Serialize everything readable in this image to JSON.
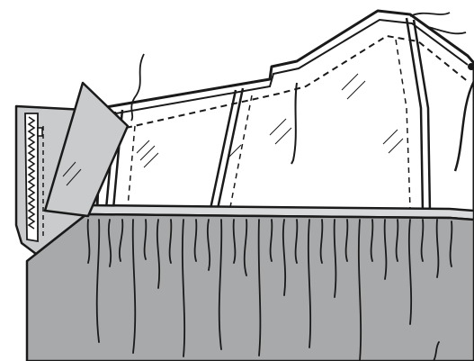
{
  "illustration": {
    "colors": {
      "outline": "#1a1a1a",
      "skirt_fill": "#a7a9ab",
      "skirt_shadow": "#8f9193",
      "lining_fill": "#ffffff",
      "seam_band_fill": "#d9dadb",
      "waist_fold_fill": "#c9cbcd",
      "background": "#ffffff"
    },
    "icons": [
      "zipper-icon",
      "sheen-hatch-marks",
      "gather-folds",
      "thread-ends"
    ],
    "gather_fold_count": 30
  }
}
